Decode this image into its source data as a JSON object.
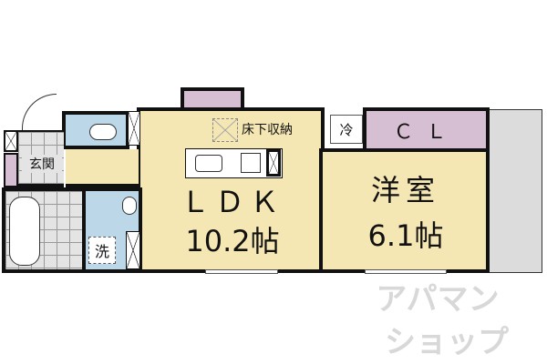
{
  "rooms": {
    "entrance": "玄関",
    "ldk_name": "ＬＤＫ",
    "ldk_size": "10.2帖",
    "western_room_name": "洋室",
    "western_room_size": "6.1帖",
    "closet": "ＣＬ",
    "underfloor_storage": "床下収納",
    "fridge": "冷",
    "washer": "洗"
  },
  "watermark": {
    "line1": "アパマン",
    "line2": "ショップ"
  },
  "colors": {
    "living": "#f4e7b3",
    "wet_area": "#bcd8e8",
    "storage": "#d6bfd2",
    "balcony": "#dcdcdc"
  }
}
